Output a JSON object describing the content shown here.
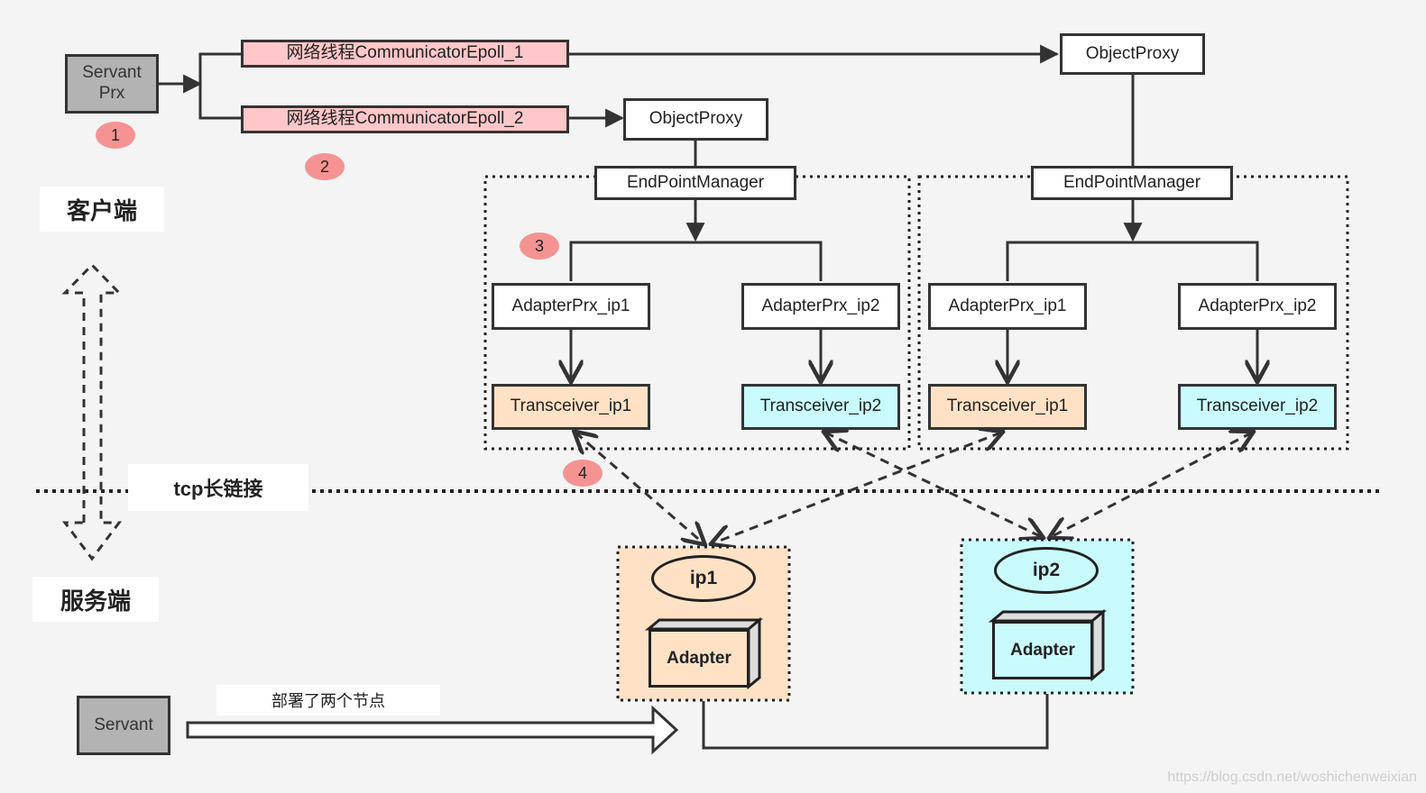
{
  "client": {
    "servant_prx": "Servant\nPrx",
    "label": "客户端",
    "threads": [
      "网络线程CommunicatorEpoll_1",
      "网络线程CommunicatorEpoll_2"
    ],
    "object_proxy": "ObjectProxy",
    "endpoint_manager": "EndPointManager",
    "adapter_prx": [
      "AdapterPrx_ip1",
      "AdapterPrx_ip2"
    ],
    "transceivers": [
      "Transceiver_ip1",
      "Transceiver_ip2"
    ]
  },
  "badges": [
    "1",
    "2",
    "3",
    "4"
  ],
  "connection_label": "tcp长链接",
  "server": {
    "label": "服务端",
    "servant": "Servant",
    "deploy_label": "部署了两个节点",
    "nodes": [
      {
        "ip": "ip1",
        "adapter": "Adapter",
        "color": "#ffe2c6"
      },
      {
        "ip": "ip2",
        "adapter": "Adapter",
        "color": "#c9fbfd"
      }
    ]
  },
  "watermark": "https://blog.csdn.net/woshichenweixian"
}
